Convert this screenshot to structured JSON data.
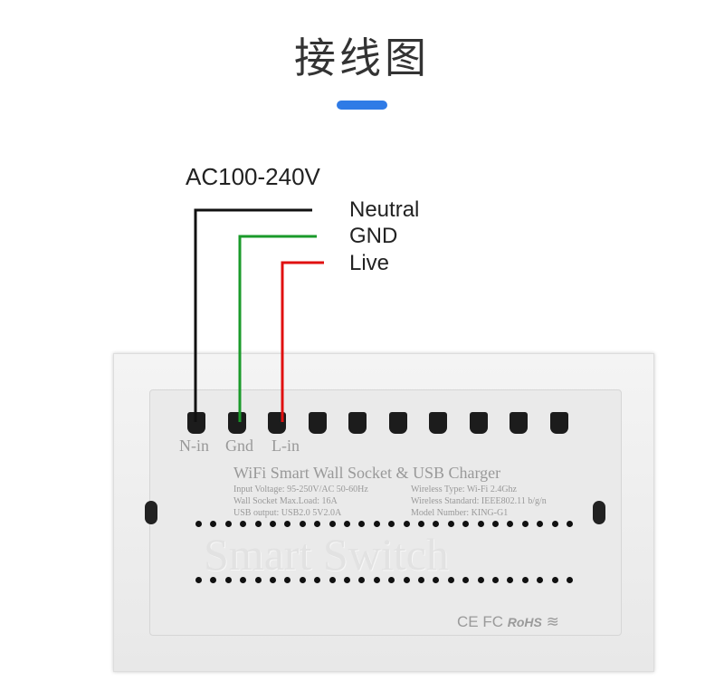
{
  "title": "接线图",
  "accent": "#2f7be6",
  "voltage": "AC100-240V",
  "wires": [
    {
      "label": "Neutral",
      "color": "#111111"
    },
    {
      "label": "GND",
      "color": "#1a9a2a"
    },
    {
      "label": "Live",
      "color": "#e01010"
    }
  ],
  "terminals": [
    "N-in",
    "Gnd",
    "L-in"
  ],
  "device": {
    "heading": "WiFi Smart Wall Socket & USB Charger",
    "specs_left": [
      "Input Voltage: 95-250V/AC 50-60Hz",
      "Wall Socket Max.Load: 16A",
      "USB output: USB2.0  5V2.0A"
    ],
    "specs_right": [
      "Wireless Type: Wi-Fi 2.4Ghz",
      "Wireless Standard: IEEE802.11 b/g/n",
      "Model Number: KING-G1"
    ],
    "emboss": "Smart Switch",
    "certs": [
      "CE",
      "FC",
      "RoHS"
    ]
  }
}
